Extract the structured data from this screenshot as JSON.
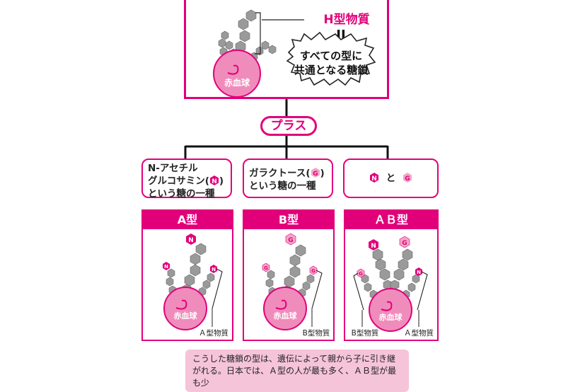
{
  "top": {
    "h_label": "H型物質",
    "equals": "II",
    "bubble_line1": "すべての型に",
    "bubble_line2": "共通となる糖鎖",
    "rbc": "赤血球"
  },
  "plus_label": "プラス",
  "descriptions": {
    "a_line1": "N-アセチル",
    "a_line2_pre": "グルコサミン(",
    "a_line2_post": ")",
    "a_line3": "という糖の一種",
    "b_line1_pre": "ガラクトース(",
    "b_line1_post": ")",
    "b_line2": "という糖の一種",
    "ab_and": "と"
  },
  "panels": {
    "a_title": "A型",
    "b_title": "B型",
    "ab_title": "ＡＢ型",
    "a_label": "Ａ型物質",
    "b_label": "B型物質",
    "ab_label_b": "B型物質",
    "ab_label_a": "Ａ型物質",
    "rbc": "赤血球"
  },
  "markers": {
    "n": "N",
    "g": "G"
  },
  "note_text": "こうした糖鎖の型は、遺伝によって親から子に引き継がれる。日本では、Ａ型の人が最も多く、ＡＢ型が最も少",
  "colors": {
    "magenta": "#e2007a",
    "pink": "#f3a6c8",
    "gray": "#9a9a9a",
    "note_bg": "#f6c4d9"
  }
}
